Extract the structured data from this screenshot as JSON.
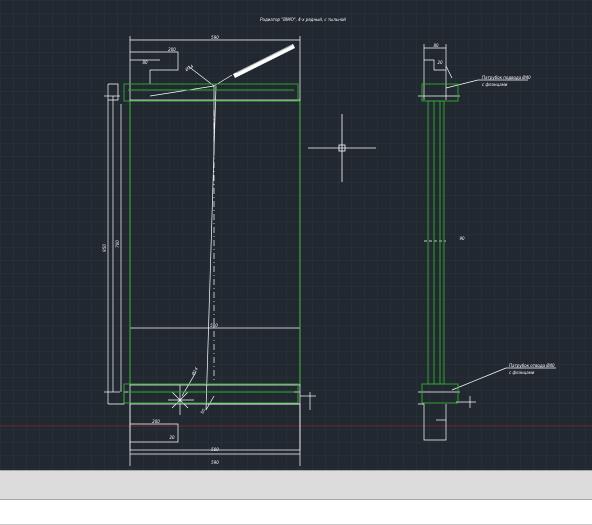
{
  "drawing": {
    "title": "Радиатор \"BIMO\", 4-х рядный, с тыльной",
    "dimensions": {
      "overall_width_top": "590",
      "bracket_width_top": "200",
      "bracket_small_top": "80",
      "angle_dia_top": "Ø14",
      "height_left": "950",
      "height_inner": "700",
      "core_width": "500",
      "angle_dia_bottom": "Ø14",
      "bottom_tick": "50",
      "bracket_width_bottom": "200",
      "dim_bottom_1": "500",
      "dim_bottom_2": "590",
      "side_top": "80",
      "side_mid": "90",
      "side_small": "20"
    },
    "callouts": {
      "top_line1": "Патрубок подвода Ø40",
      "top_line2": "с фланцами",
      "bottom_line1": "Патрубок отвода Ø40",
      "bottom_line2": "с фланцами"
    }
  },
  "command_line": {
    "text": ""
  },
  "status_bar": {
    "text": ""
  },
  "colors": {
    "canvas_bg": "#212830",
    "grid": "#2c3540",
    "drawing_white": "#ffffff",
    "drawing_green": "#2fae2f",
    "x_axis_red": "#8a2a2a"
  }
}
